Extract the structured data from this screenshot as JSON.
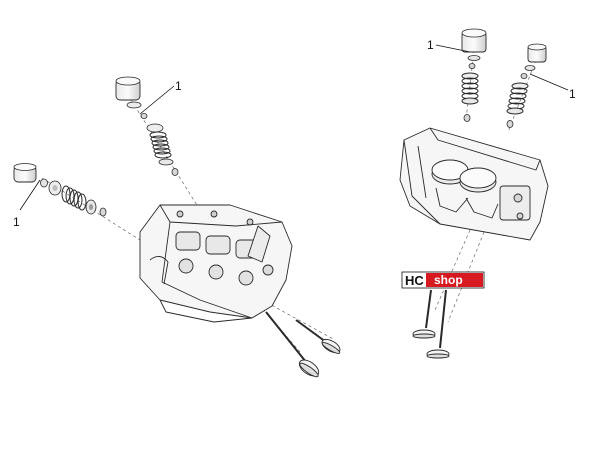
{
  "callouts": [
    {
      "id": "c1",
      "text": "1"
    },
    {
      "id": "c2",
      "text": "1"
    },
    {
      "id": "c3",
      "text": "1"
    },
    {
      "id": "c4",
      "text": "1"
    }
  ],
  "watermark": {
    "brand_prefix": "HC",
    "brand_suffix": "shop",
    "accent_color": "#d71920"
  }
}
